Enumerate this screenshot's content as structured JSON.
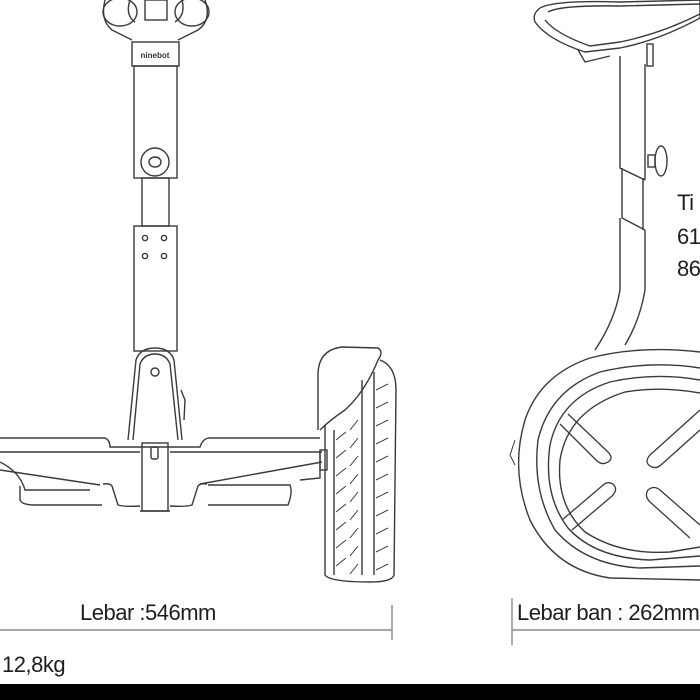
{
  "diagram": {
    "subject": "self-balancing scooter technical drawing",
    "front_view": {
      "brand_plate": "ninebot",
      "width_label": "Lebar :546mm",
      "weight_label": "12,8kg"
    },
    "side_view": {
      "tire_width_label": "Lebar ban : 262mm",
      "height_label_partial": "Ti",
      "height_values_partial": [
        "61",
        "86"
      ]
    }
  },
  "colors": {
    "line": "#3a3a3a",
    "text": "#1e1e1e",
    "background": "#ffffff",
    "bottom_bar": "#000000"
  }
}
